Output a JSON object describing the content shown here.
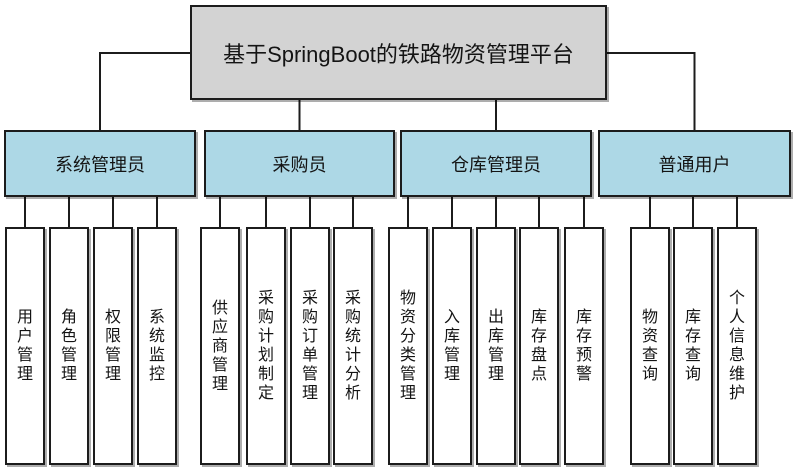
{
  "diagram": {
    "root": {
      "label": "基于SpringBoot的铁路物资管理平台"
    },
    "groups": [
      {
        "label": "系统管理员",
        "children": [
          "用户管理",
          "角色管理",
          "权限管理",
          "系统监控"
        ]
      },
      {
        "label": "采购员",
        "children": [
          "供应商管理",
          "采购计划制定",
          "采购订单管理",
          "采购统计分析"
        ]
      },
      {
        "label": "仓库管理员",
        "children": [
          "物资分类管理",
          "入库管理",
          "出库管理",
          "库存盘点",
          "库存预警"
        ]
      },
      {
        "label": "普通用户",
        "children": [
          "物资查询",
          "库存查询",
          "个人信息维护"
        ]
      }
    ],
    "colors": {
      "root_fill": "#d3d3d3",
      "group_fill": "#add8e6",
      "leaf_fill": "#ffffff",
      "border": "#1c1c1c",
      "connector": "#1c1c1c",
      "background": "#ffffff"
    }
  }
}
